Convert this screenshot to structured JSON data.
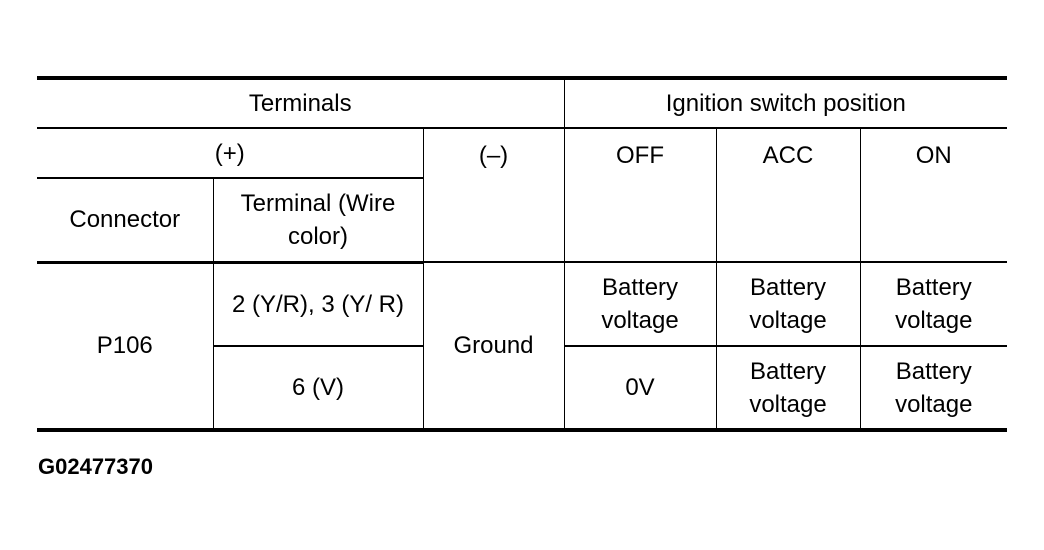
{
  "table": {
    "header": {
      "terminals": "Terminals",
      "ignition_switch_position": "Ignition switch position",
      "plus": "(+)",
      "minus": "(–)",
      "connector": "Connector",
      "terminal_wire_color": "Terminal (Wire color)",
      "positions": [
        "OFF",
        "ACC",
        "ON"
      ]
    },
    "rows": [
      {
        "connector": "P106",
        "terminal": "2 (Y/R), 3 (Y/ R)",
        "minus": "Ground",
        "off": "Battery voltage",
        "acc": "Battery voltage",
        "on": "Battery voltage"
      },
      {
        "terminal": "6 (V)",
        "off": "0V",
        "acc": "Battery voltage",
        "on": "Battery voltage"
      }
    ]
  },
  "figure_id": "G02477370"
}
